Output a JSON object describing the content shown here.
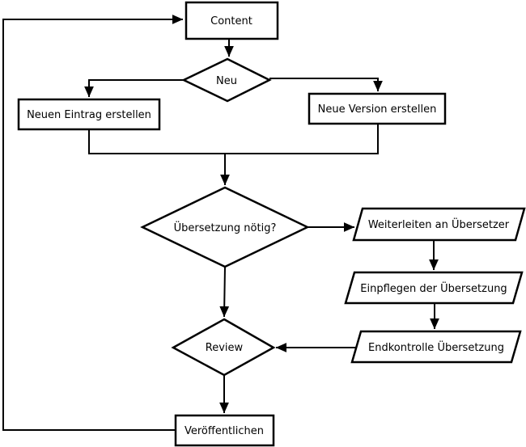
{
  "diagram": {
    "type": "flowchart",
    "language": "de",
    "colors": {
      "background": "#ffffff",
      "node_fill": "#ffffff",
      "stroke": "#000000",
      "text": "#000000"
    },
    "nodes": {
      "content": {
        "label": "Content",
        "shape": "rectangle"
      },
      "neu": {
        "label": "Neu",
        "shape": "diamond"
      },
      "neuen_eintrag": {
        "label": "Neuen Eintrag erstellen",
        "shape": "rectangle"
      },
      "neue_version": {
        "label": "Neue Version erstellen",
        "shape": "rectangle"
      },
      "uebersetzung_noetig": {
        "label": "Übersetzung nötig?",
        "shape": "diamond"
      },
      "weiterleiten": {
        "label": "Weiterleiten an Übersetzer",
        "shape": "parallelogram"
      },
      "einpflegen": {
        "label": "Einpflegen der Übersetzung",
        "shape": "parallelogram"
      },
      "endkontrolle": {
        "label": "Endkontrolle Übersetzung",
        "shape": "parallelogram"
      },
      "review": {
        "label": "Review",
        "shape": "diamond"
      },
      "veroeffentlichen": {
        "label": "Veröffentlichen",
        "shape": "rectangle"
      }
    },
    "edges": [
      {
        "from": "content",
        "to": "neu"
      },
      {
        "from": "neu",
        "to": "neuen_eintrag"
      },
      {
        "from": "neu",
        "to": "neue_version"
      },
      {
        "from": "neuen_eintrag",
        "to": "uebersetzung_noetig"
      },
      {
        "from": "neue_version",
        "to": "uebersetzung_noetig"
      },
      {
        "from": "uebersetzung_noetig",
        "to": "weiterleiten"
      },
      {
        "from": "weiterleiten",
        "to": "einpflegen"
      },
      {
        "from": "einpflegen",
        "to": "endkontrolle"
      },
      {
        "from": "endkontrolle",
        "to": "review"
      },
      {
        "from": "uebersetzung_noetig",
        "to": "review"
      },
      {
        "from": "review",
        "to": "veroeffentlichen"
      },
      {
        "from": "veroeffentlichen",
        "to": "content"
      }
    ]
  }
}
